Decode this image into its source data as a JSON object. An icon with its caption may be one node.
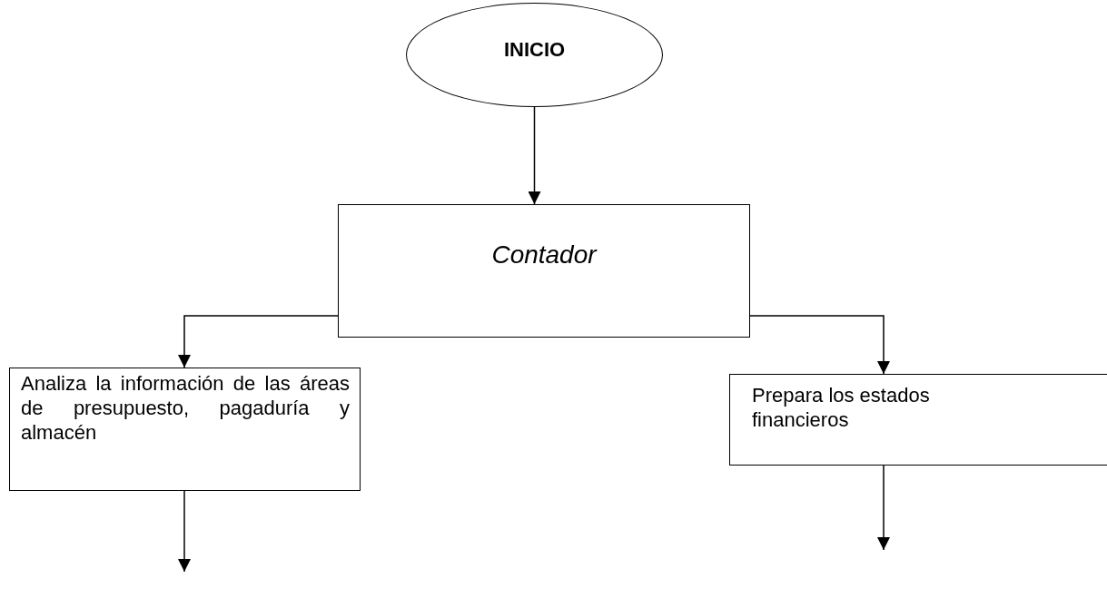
{
  "diagram": {
    "nodes": [
      {
        "text": [
          "INICIO"
        ]
      },
      {
        "text": [
          "Contador"
        ]
      },
      {
        "text": [
          "Analiza la información de las áreas de presupuesto, pagaduría y almacén"
        ]
      },
      {
        "text": [
          "Prepara los estados financieros"
        ]
      }
    ],
    "edges": [
      {
        "from": 0,
        "to": 1,
        "arrow": "to"
      },
      {
        "from": 1,
        "to": 2,
        "arrow": "to"
      },
      {
        "from": 1,
        "to": 3,
        "arrow": "to"
      },
      {
        "from": 2,
        "to": null,
        "arrow": "to"
      },
      {
        "from": 3,
        "to": null,
        "arrow": "to"
      }
    ]
  }
}
